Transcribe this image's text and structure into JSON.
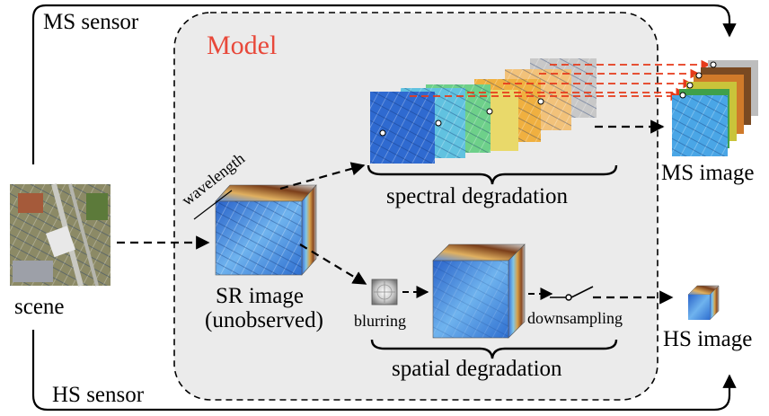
{
  "labels": {
    "ms_sensor": "MS sensor",
    "hs_sensor": "HS sensor",
    "model": "Model",
    "scene": "scene",
    "wavelength": "wavelength",
    "sr_image_line1": "SR image",
    "sr_image_line2": "(unobserved)",
    "spectral_degradation": "spectral degradation",
    "spatial_degradation": "spatial degradation",
    "blurring": "blurring",
    "downsampling": "downsampling",
    "ms_image": "MS image",
    "hs_image": "HS image"
  },
  "colors": {
    "model_title": "#e8483a",
    "model_box_fill": "#ebebeb",
    "stroke": "#000000",
    "ms_band_arrows": "#e63a1a"
  },
  "icons": {
    "scene": "aerial-scene-image",
    "sr_cube": "hyperspectral-cube",
    "spectral_stack": "spectral-band-stack",
    "blur_kernel": "gaussian-blur-kernel-icon",
    "switch": "sampling-switch-icon",
    "ms_stack": "multispectral-image-stack",
    "hs_cube": "small-hyperspectral-cube"
  }
}
